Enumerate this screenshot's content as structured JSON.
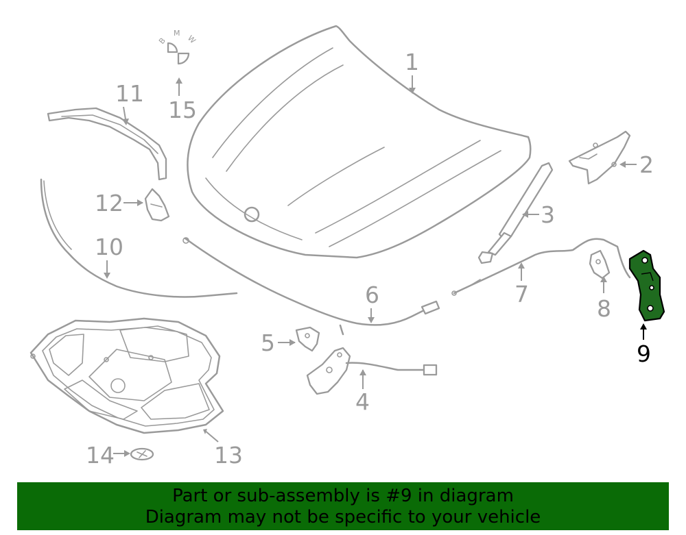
{
  "diagram": {
    "callouts": {
      "c1": "1",
      "c2": "2",
      "c3": "3",
      "c4": "4",
      "c5": "5",
      "c6": "6",
      "c7": "7",
      "c8": "8",
      "c9": "9",
      "c10": "10",
      "c11": "11",
      "c12": "12",
      "c13": "13",
      "c14": "14",
      "c15": "15"
    },
    "highlighted_part": "9",
    "logo_letters": {
      "b": "B",
      "m": "M",
      "w": "W"
    },
    "colors": {
      "line": "#9a9a9a",
      "highlight": "#1f6b1f",
      "banner": "#0a6b06"
    }
  },
  "banner": {
    "line1": "Part or sub-assembly is #9 in diagram",
    "line2": "Diagram may not be specific to your vehicle"
  }
}
